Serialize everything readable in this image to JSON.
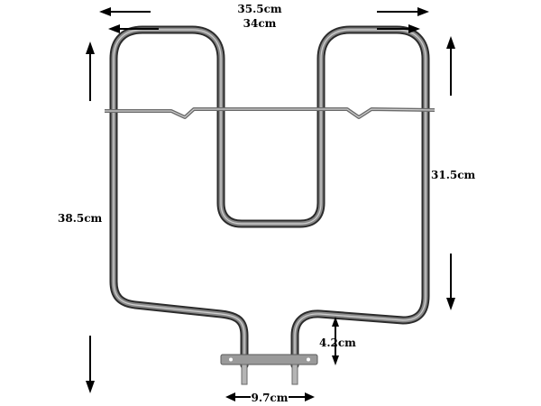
{
  "labels": {
    "outer_width": "35.5cm",
    "inner_width": "34cm",
    "right_height": "31.5cm",
    "left_height": "38.5cm",
    "foot_height": "4.2cm",
    "terminal_spacing": "9.7cm"
  },
  "colors": {
    "element_outer": "#2b2b2b",
    "element_inner": "#8a8a8a",
    "element_highlight": "#d0d0d0",
    "bracket": "#9a9a9a",
    "arrow": "#000000",
    "background": "#ffffff"
  },
  "icons": {
    "arrow_style": "filled-triangle-head"
  }
}
